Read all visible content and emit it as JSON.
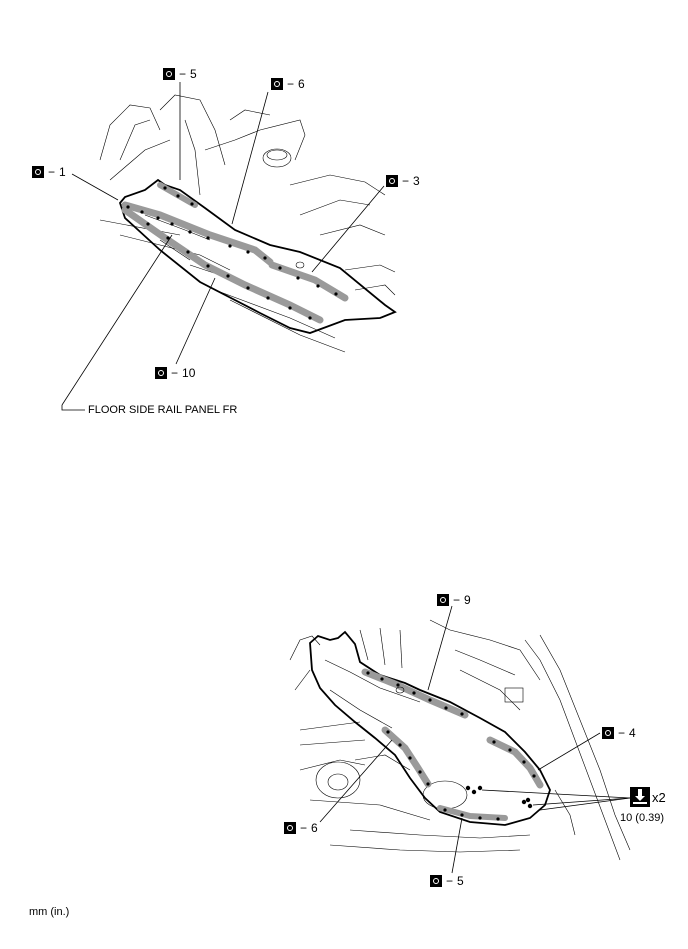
{
  "callouts_top": [
    {
      "name": "callout-1",
      "text": "1"
    },
    {
      "name": "callout-5",
      "text": "5"
    },
    {
      "name": "callout-6",
      "text": "6"
    },
    {
      "name": "callout-3",
      "text": "3"
    },
    {
      "name": "callout-10",
      "text": "10"
    }
  ],
  "callouts_bottom": [
    {
      "name": "callout-9",
      "text": "9"
    },
    {
      "name": "callout-4",
      "text": "4"
    },
    {
      "name": "callout-6b",
      "text": "6"
    },
    {
      "name": "callout-5b",
      "text": "5"
    }
  ],
  "part_label": "FLOOR SIDE RAIL PANEL FR",
  "torque_multiplier": "x2",
  "torque_value": "10 (0.39)",
  "unit_note": "mm (in.)",
  "icons": {
    "weld_symbol": "spot-weld-symbol-icon",
    "torque": "torque-wrench-icon"
  }
}
